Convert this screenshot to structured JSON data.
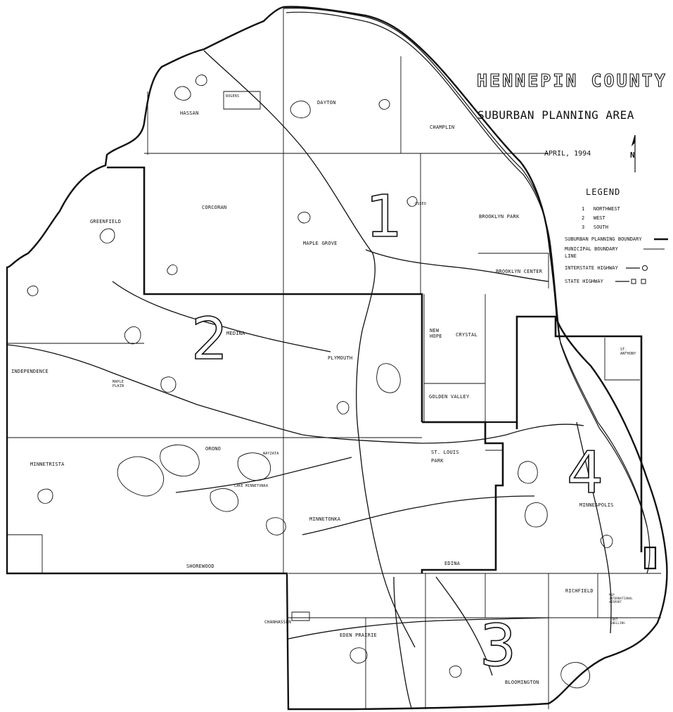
{
  "map": {
    "title": "HENNEPIN COUNTY",
    "subtitle": "SUBURBAN PLANNING AREA",
    "date": "APRIL, 1994",
    "north_label": "N",
    "legend": {
      "title": "LEGEND",
      "items": [
        {
          "key": "1",
          "label": "NORTHWEST"
        },
        {
          "key": "2",
          "label": "WEST"
        },
        {
          "key": "3",
          "label": "SOUTH"
        }
      ],
      "boundary_planning": "SUBURBAN PLANNING BOUNDARY",
      "boundary_municipal": "MUNICIPAL BOUNDARY",
      "boundary_municipal_line": "LINE",
      "interstate": "INTERSTATE HIGHWAY",
      "state_highway": "STATE HIGHWAY"
    },
    "planning_areas": [
      "1",
      "2",
      "3",
      "4"
    ],
    "municipalities": {
      "hassan": "HASSAN",
      "dayton": "DAYTON",
      "champlin": "CHAMPLIN",
      "corcoran": "CORCORAN",
      "greenfield": "GREENFIELD",
      "maple_grove": "MAPLE GROVE",
      "brooklyn_park": "BROOKLYN PARK",
      "brooklyn_center": "BROOKLYN CENTER",
      "medina": "MEDINA",
      "plymouth": "PLYMOUTH",
      "new_hope": "NEW HOPE",
      "crystal": "CRYSTAL",
      "independence": "INDEPENDENCE",
      "golden_valley": "GOLDEN VALLEY",
      "orono": "ORONO",
      "minnetrista": "MINNETRISTA",
      "st_louis_park": "ST. LOUIS PARK",
      "minnetonka": "MINNETONKA",
      "minneapolis": "MINNEAPOLIS",
      "shorewood": "SHOREWOOD",
      "edina": "EDINA",
      "richfield": "RICHFIELD",
      "eden_prairie": "EDEN PRAIRIE",
      "bloomington": "BLOOMINGTON",
      "chanhassen": "CHANHASSEN",
      "lake_minnetonka": "LAKE MINNETONKA",
      "wayzata": "WAYZATA",
      "st_anthony": "ST. ANTHONY",
      "maple_plain": "MAPLE PLAIN",
      "osseo": "OSSEO",
      "rogers": "ROGERS",
      "msp_airport": "MSP INTERNATIONAL AIRPORT",
      "fort_snelling": "FORT SNELLING"
    }
  }
}
